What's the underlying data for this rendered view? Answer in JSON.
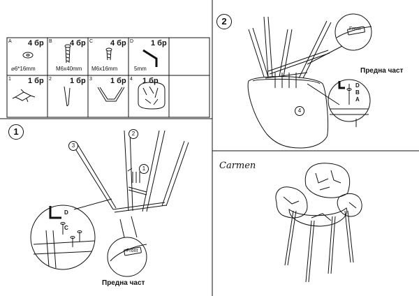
{
  "parts": [
    {
      "letter": "A",
      "qty": "4 бр",
      "desc": "⌀6*16mm"
    },
    {
      "letter": "B",
      "qty": "4 бр",
      "desc": "M6x40mm"
    },
    {
      "letter": "C",
      "qty": "4 бр",
      "desc": "M6x16mm"
    },
    {
      "letter": "D",
      "qty": "1 бр",
      "desc": "5mm"
    }
  ],
  "components": [
    {
      "num": "1",
      "qty": "1 бр"
    },
    {
      "num": "2",
      "qty": "1 бр"
    },
    {
      "num": "3",
      "qty": "1 бр"
    },
    {
      "num": "4",
      "qty": "1 бр"
    }
  ],
  "step1": {
    "number": "1",
    "callouts": [
      "1",
      "2",
      "3"
    ],
    "detail_labels": [
      "D",
      "C"
    ],
    "front_tag": "Front",
    "front_label": "Предна част"
  },
  "step2": {
    "number": "2",
    "callout": "4",
    "front_tag": "Front",
    "front_label": "Предна част",
    "detail_labels": [
      "D",
      "B",
      "A"
    ]
  },
  "product": {
    "name": "Carmen"
  }
}
